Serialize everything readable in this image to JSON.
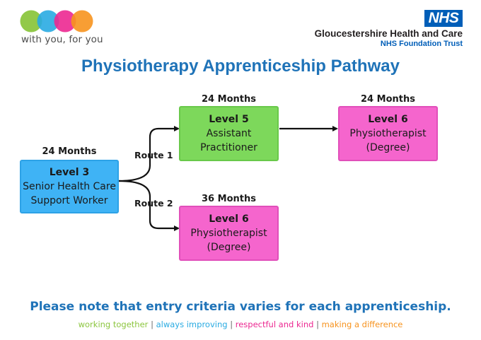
{
  "brand": {
    "logo_colors": [
      "#8cc63f",
      "#29abe2",
      "#ec2891",
      "#f7931e"
    ],
    "tagline": "with you, for you",
    "nhs_mark": "NHS",
    "org_name": "Gloucestershire Health and Care",
    "org_trust": "NHS Foundation Trust"
  },
  "title": "Physiotherapy Apprenticeship Pathway",
  "nodes": {
    "level3": {
      "duration": "24 Months",
      "level": "Level 3",
      "line1": "Senior Health Care",
      "line2": "Support Worker",
      "color": "#3fb3f5"
    },
    "level5": {
      "duration": "24 Months",
      "level": "Level 5",
      "line1": "Assistant",
      "line2": "Practitioner",
      "color": "#7dd85b"
    },
    "level6_top": {
      "duration": "24 Months",
      "level": "Level 6",
      "line1": "Physiotherapist",
      "line2": "(Degree)",
      "color": "#f565cd"
    },
    "level6_bottom": {
      "duration": "36 Months",
      "level": "Level 6",
      "line1": "Physiotherapist",
      "line2": "(Degree)",
      "color": "#f565cd"
    }
  },
  "routes": {
    "route1": "Route 1",
    "route2": "Route 2"
  },
  "note": "Please note that entry criteria varies for each apprenticeship.",
  "values": [
    {
      "text": "working together",
      "color": "#8cc63f"
    },
    {
      "text": "always improving",
      "color": "#29abe2"
    },
    {
      "text": "respectful and kind",
      "color": "#ec2891"
    },
    {
      "text": "making a difference",
      "color": "#f7931e"
    }
  ]
}
